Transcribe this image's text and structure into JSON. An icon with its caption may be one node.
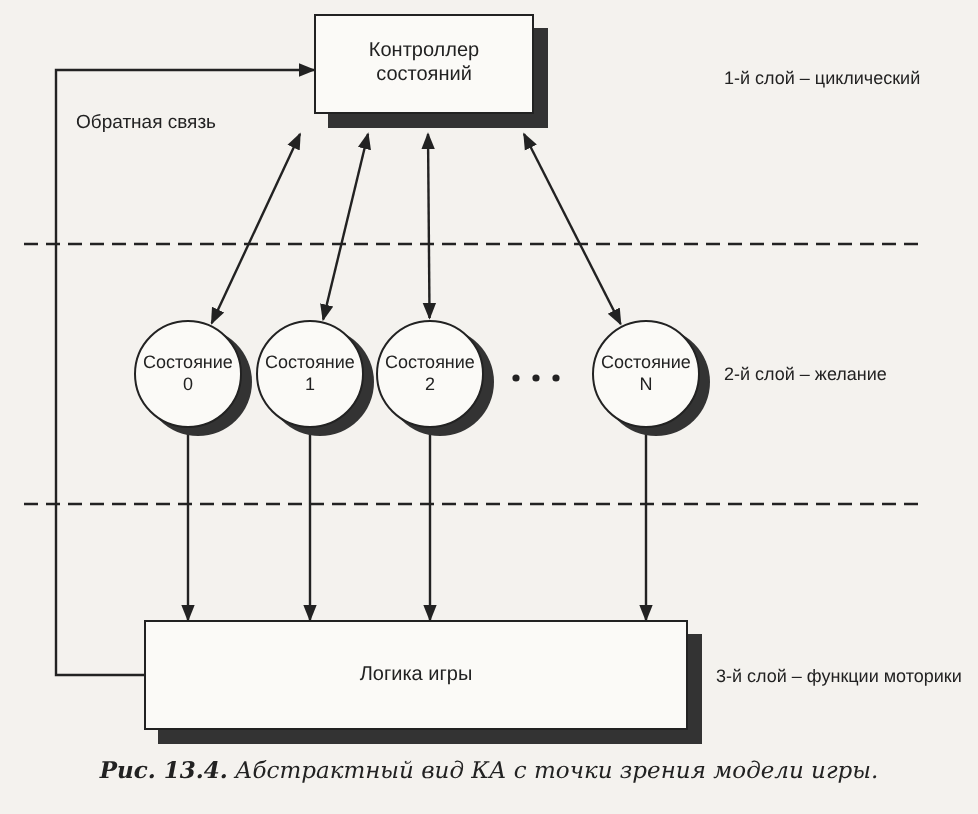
{
  "diagram": {
    "caption": "**Рис. 13.4.** Абстрактный вид КА с точки зрения модели игры.",
    "nodes": [
      {
        "text": [
          "Контроллер состояний"
        ]
      },
      {
        "text": [
          "Состояние 0"
        ]
      },
      {
        "text": [
          "Состояние 1"
        ]
      },
      {
        "text": [
          "Состояние 2"
        ]
      },
      {
        "text": [
          "Состояние N"
        ]
      },
      {
        "text": [
          "Логика игры"
        ]
      }
    ],
    "edges": [
      {
        "from": 0,
        "to": 1,
        "arrow": "both"
      },
      {
        "from": 0,
        "to": 2,
        "arrow": "both"
      },
      {
        "from": 0,
        "to": 3,
        "arrow": "both"
      },
      {
        "from": 0,
        "to": 4,
        "arrow": "both"
      },
      {
        "from": 1,
        "to": 5,
        "arrow": "to"
      },
      {
        "from": 2,
        "to": 5,
        "arrow": "to"
      },
      {
        "from": 3,
        "to": 5,
        "arrow": "to"
      },
      {
        "from": 4,
        "to": 5,
        "arrow": "to"
      },
      {
        "from": 5,
        "to": 0,
        "arrow": "to",
        "label": "Обратная связь"
      }
    ],
    "labels": [
      "1-й слой – циклический",
      "2-й слой – желание",
      "3-й слой – функции моторики"
    ]
  }
}
